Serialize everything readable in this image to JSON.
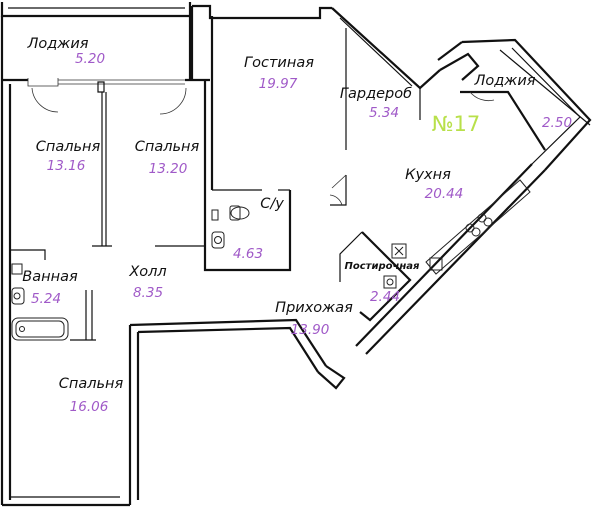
{
  "apartment_number": "№17",
  "rooms": [
    {
      "id": "loggia-1",
      "name": "Лоджия",
      "area": "5.20"
    },
    {
      "id": "living",
      "name": "Гостиная",
      "area": "19.97"
    },
    {
      "id": "wardrobe",
      "name": "Гардероб",
      "area": "5.34"
    },
    {
      "id": "loggia-2",
      "name": "Лоджия",
      "area": "2.50"
    },
    {
      "id": "bedroom-1",
      "name": "Спальня",
      "area": "13.16"
    },
    {
      "id": "bedroom-2",
      "name": "Спальня",
      "area": "13.20"
    },
    {
      "id": "kitchen",
      "name": "Кухня",
      "area": "20.44"
    },
    {
      "id": "wc",
      "name": "С/у",
      "area": "4.63"
    },
    {
      "id": "laundry",
      "name": "Постирочная",
      "area": "2.44"
    },
    {
      "id": "bathroom",
      "name": "Ванная",
      "area": "5.24"
    },
    {
      "id": "hall",
      "name": "Холл",
      "area": "8.35"
    },
    {
      "id": "entrance",
      "name": "Прихожая",
      "area": "13.90"
    },
    {
      "id": "bedroom-3",
      "name": "Спальня",
      "area": "16.06"
    }
  ]
}
